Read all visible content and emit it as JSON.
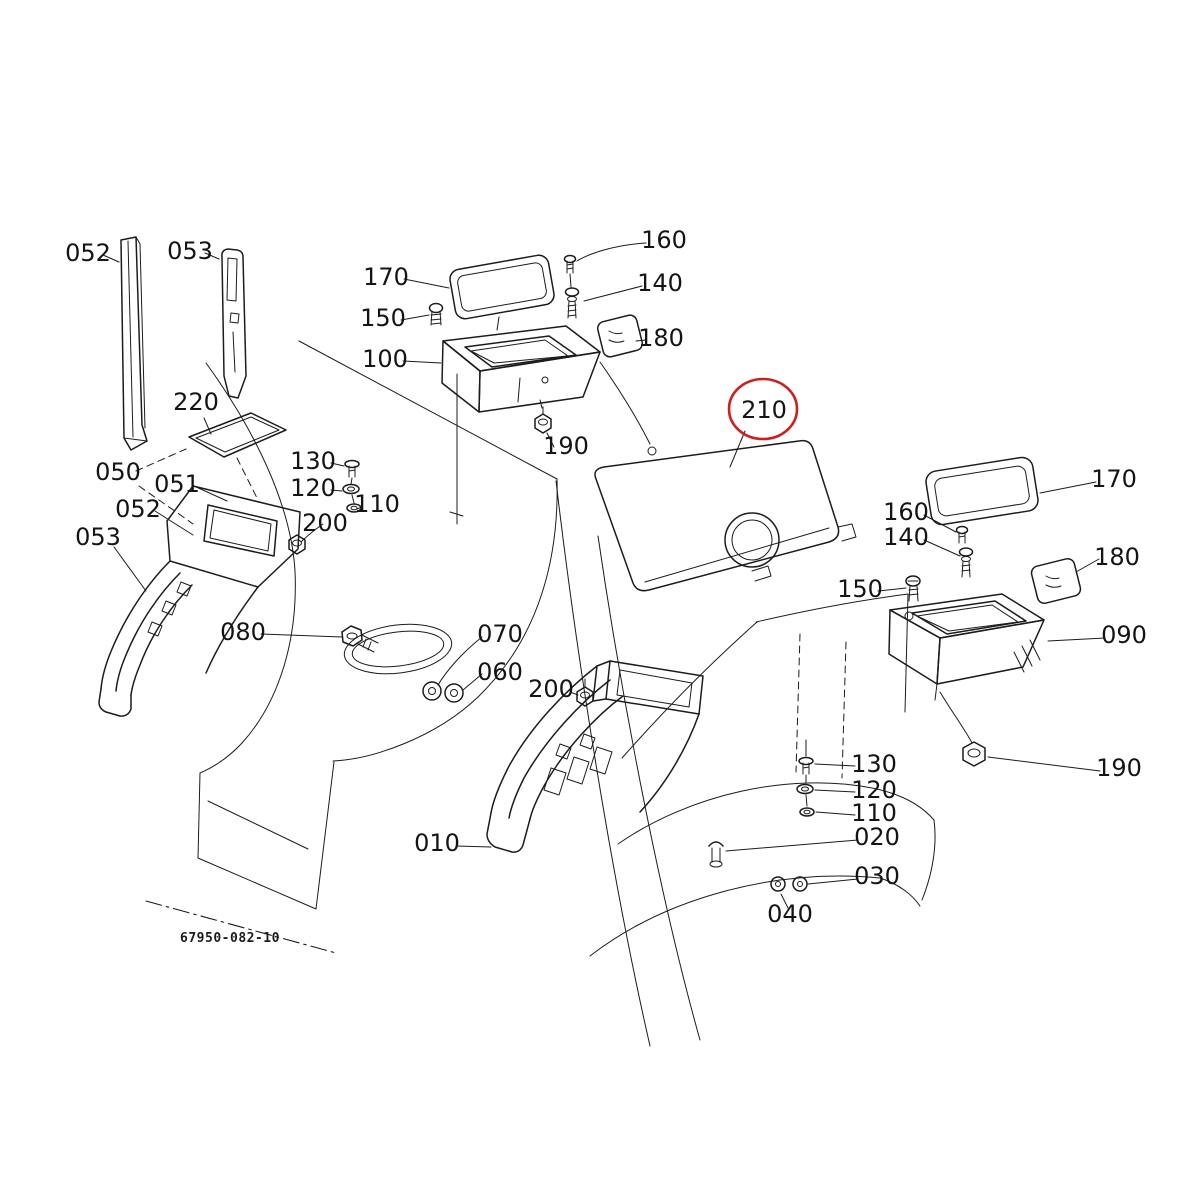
{
  "diagram": {
    "type": "exploded-parts-diagram",
    "background": "#ffffff",
    "line_color": "#1c1c1c",
    "highlight_color": "#cc2020",
    "highlighted_label": "210",
    "drawing_number": "67950-082-10",
    "labels": [
      {
        "text": "052"
      },
      {
        "text": "053"
      },
      {
        "text": "170"
      },
      {
        "text": "160"
      },
      {
        "text": "140"
      },
      {
        "text": "150"
      },
      {
        "text": "180"
      },
      {
        "text": "100"
      },
      {
        "text": "220"
      },
      {
        "text": "210"
      },
      {
        "text": "190"
      },
      {
        "text": "050"
      },
      {
        "text": "130"
      },
      {
        "text": "051"
      },
      {
        "text": "120"
      },
      {
        "text": "052"
      },
      {
        "text": "110"
      },
      {
        "text": "200"
      },
      {
        "text": "053"
      },
      {
        "text": "170"
      },
      {
        "text": "160"
      },
      {
        "text": "140"
      },
      {
        "text": "180"
      },
      {
        "text": "150"
      },
      {
        "text": "090"
      },
      {
        "text": "080"
      },
      {
        "text": "070"
      },
      {
        "text": "060"
      },
      {
        "text": "200"
      },
      {
        "text": "190"
      },
      {
        "text": "130"
      },
      {
        "text": "120"
      },
      {
        "text": "110"
      },
      {
        "text": "020"
      },
      {
        "text": "010"
      },
      {
        "text": "030"
      },
      {
        "text": "040"
      }
    ]
  }
}
